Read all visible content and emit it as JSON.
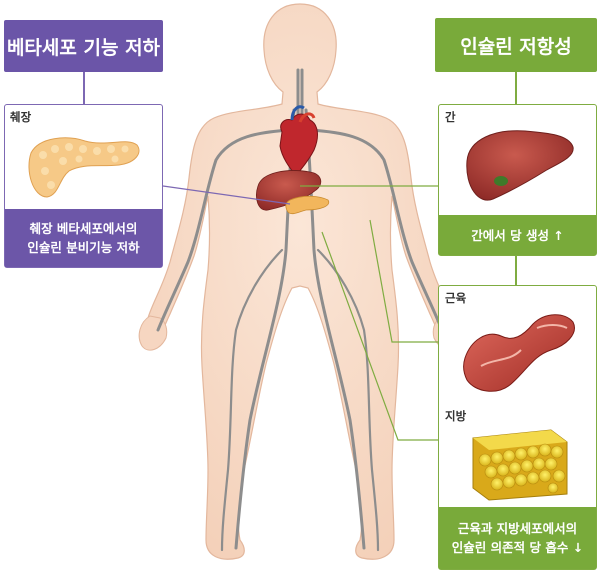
{
  "left": {
    "header": "베타세포 기능 저하",
    "organ_label": "췌장",
    "caption_lines": [
      "췌장 베타세포에서의",
      "인슐린 분비기능 저하"
    ],
    "accent": "#6b55a8"
  },
  "right": {
    "header": "인슐린 저항성",
    "accent": "#79aa3a",
    "liver": {
      "label": "간",
      "caption": "간에서 당 생성 ↑"
    },
    "muscle_label": "근육",
    "fat_label": "지방",
    "caption_lines": [
      "근육과 지방세포에서의",
      "인슐린 의존적 당 흡수 ↓"
    ]
  },
  "icons": [
    "human-body-figure",
    "heart-icon",
    "liver-icon",
    "pancreas-icon",
    "muscle-icon",
    "fat-tissue-icon"
  ]
}
